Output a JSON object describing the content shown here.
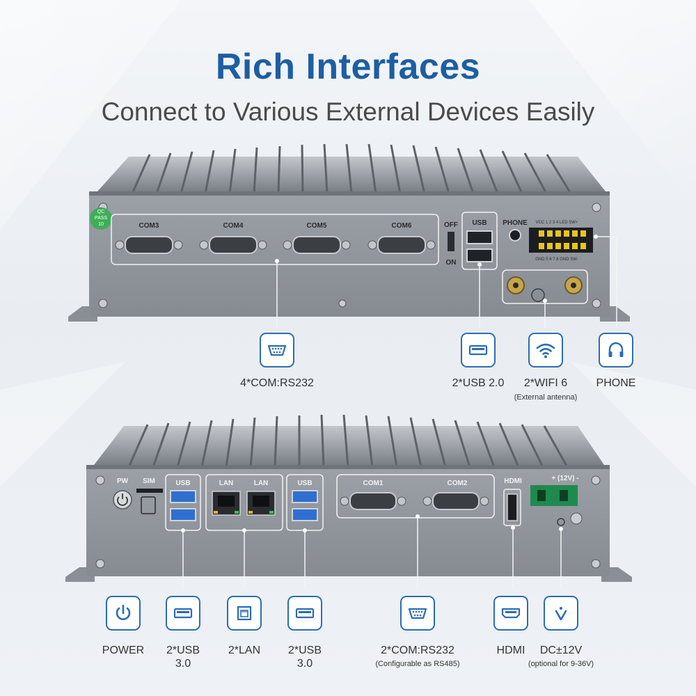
{
  "header": {
    "title": "Rich Interfaces",
    "subtitle": "Connect to Various External Devices Easily"
  },
  "colors": {
    "brand_blue": "#1d5ea3",
    "chassis": "#8d9299",
    "usb3_blue": "#2f6fd0",
    "terminal_green": "#1f8a4e"
  },
  "top_panel": {
    "qc_sticker": [
      "QC",
      "PASS",
      "10"
    ],
    "ports": {
      "com3": "COM3",
      "com4": "COM4",
      "com5": "COM5",
      "com6": "COM6",
      "off": "OFF",
      "on": "ON",
      "usb": "USB",
      "phone": "PHONE",
      "gpio_top": "VCC 1 2 3 4 LED SW+",
      "gpio_bottom": "GND 5 6 7 8 GND SW-"
    },
    "features": [
      {
        "icon": "serial-port-icon",
        "label": "4*COM:RS232",
        "note": ""
      },
      {
        "icon": "usb-icon",
        "label": "2*USB 2.0",
        "note": ""
      },
      {
        "icon": "wifi-icon",
        "label": "2*WIFI 6",
        "note": "(External antenna)"
      },
      {
        "icon": "headphones-icon",
        "label": "PHONE",
        "note": ""
      }
    ]
  },
  "bottom_panel": {
    "ports": {
      "pw": "PW",
      "sim": "SIM",
      "usb_left": "USB",
      "lan1": "LAN",
      "lan2": "LAN",
      "usb_right": "USB",
      "com1": "COM1",
      "com2": "COM2",
      "hdmi": "HDMI",
      "dc": "+ (12V) -"
    },
    "features": [
      {
        "icon": "power-icon",
        "label": "POWER",
        "label2": "",
        "note": ""
      },
      {
        "icon": "usb-icon",
        "label": "2*USB",
        "label2": "3.0",
        "note": ""
      },
      {
        "icon": "ethernet-icon",
        "label": "2*LAN",
        "label2": "",
        "note": ""
      },
      {
        "icon": "usb-icon",
        "label": "2*USB",
        "label2": "3.0",
        "note": ""
      },
      {
        "icon": "serial-port-icon",
        "label": "2*COM:RS232",
        "label2": "",
        "note": "(Configurable as RS485)"
      },
      {
        "icon": "hdmi-icon",
        "label": "HDMI",
        "label2": "",
        "note": ""
      },
      {
        "icon": "dc-input-icon",
        "label": "DC±12V",
        "label2": "",
        "note": "(optional for 9-36V)"
      }
    ]
  }
}
